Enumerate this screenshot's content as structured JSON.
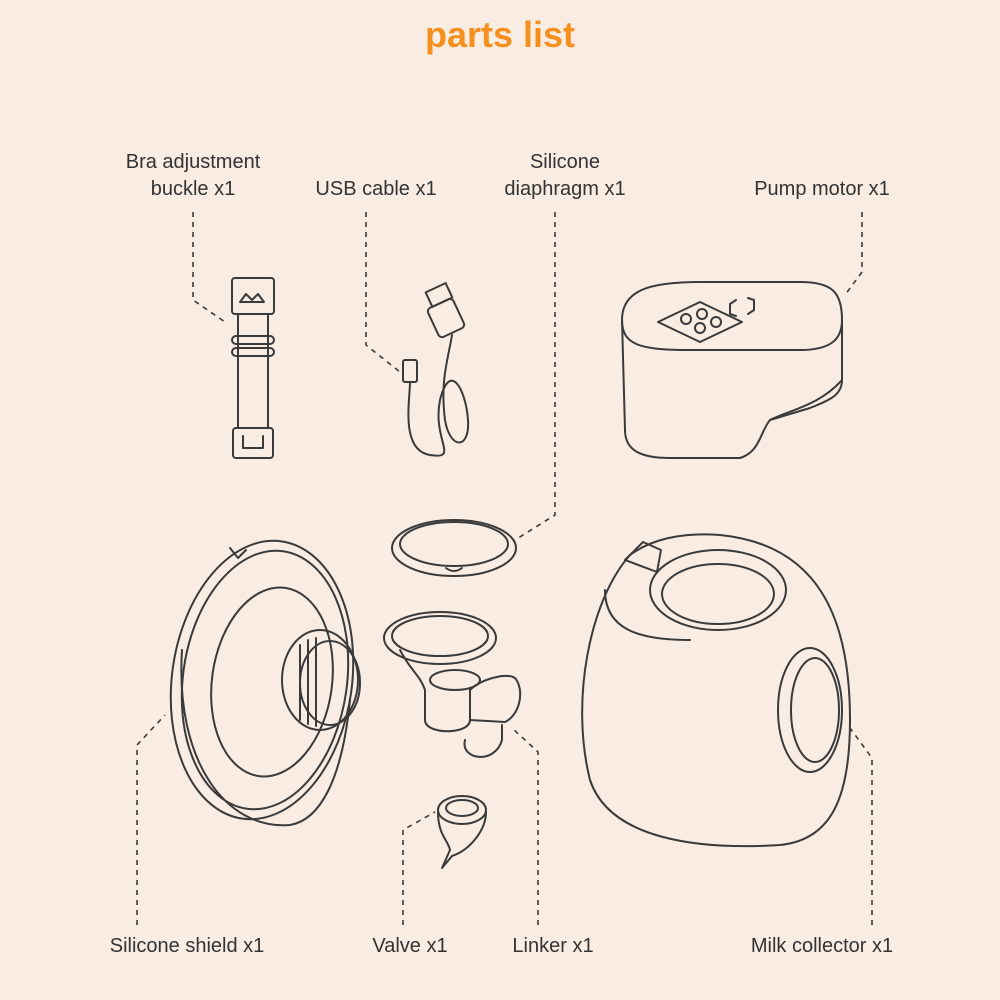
{
  "title": "parts list",
  "labels": {
    "bra_buckle_line1": "Bra adjustment",
    "bra_buckle_line2": "buckle x1",
    "usb_cable": "USB cable x1",
    "diaphragm_line1": "Silicone",
    "diaphragm_line2": "diaphragm x1",
    "pump_motor": "Pump motor x1",
    "silicone_shield": "Silicone shield x1",
    "valve": "Valve x1",
    "linker": "Linker x1",
    "milk_collector": "Milk collector x1"
  },
  "colors": {
    "background": "#f9ece2",
    "accent": "#f5901e",
    "line": "#3a3a3a"
  }
}
